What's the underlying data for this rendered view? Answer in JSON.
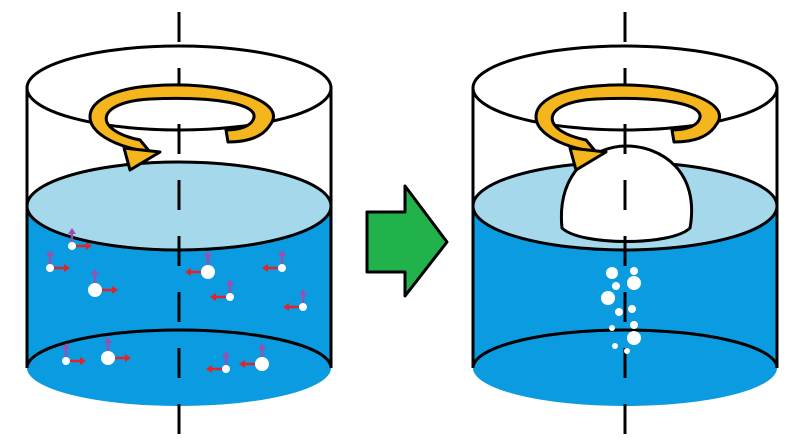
{
  "colors": {
    "water": "#0a9be0",
    "water_surface": "#a6d8ec",
    "outline": "#000000",
    "glass": "#ffffff",
    "swirl_arrow": "#f5b51f",
    "transition_arrow": "#22b24c",
    "bubble": "#ffffff",
    "up_vector": "#9b4fb0",
    "side_vector": "#e0242a",
    "dome": "#ffffff"
  },
  "icons": {
    "swirl": "clockwise-rotation-arrow",
    "transition": "right-arrow",
    "axis": "dashed-rotation-axis"
  },
  "panels": [
    {
      "id": "before",
      "state": "rotating-water-dispersed-bubbles"
    },
    {
      "id": "after",
      "state": "bubbles-gathered-at-axis-with-dome"
    }
  ]
}
